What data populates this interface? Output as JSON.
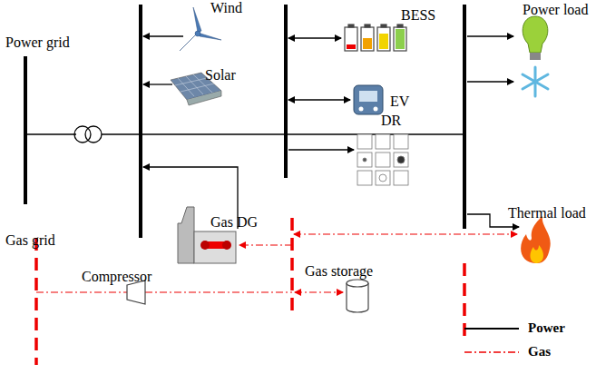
{
  "diagram": {
    "labels": [
      "Wind",
      "Power grid",
      "BESS",
      "Power load",
      "Solar",
      "EV",
      "DR",
      "Thermal load",
      "Gas DG",
      "Gas grid",
      "Compressor",
      "Gas storage"
    ],
    "legend": [
      {
        "text": "Power"
      },
      {
        "text": "Gas"
      }
    ]
  }
}
